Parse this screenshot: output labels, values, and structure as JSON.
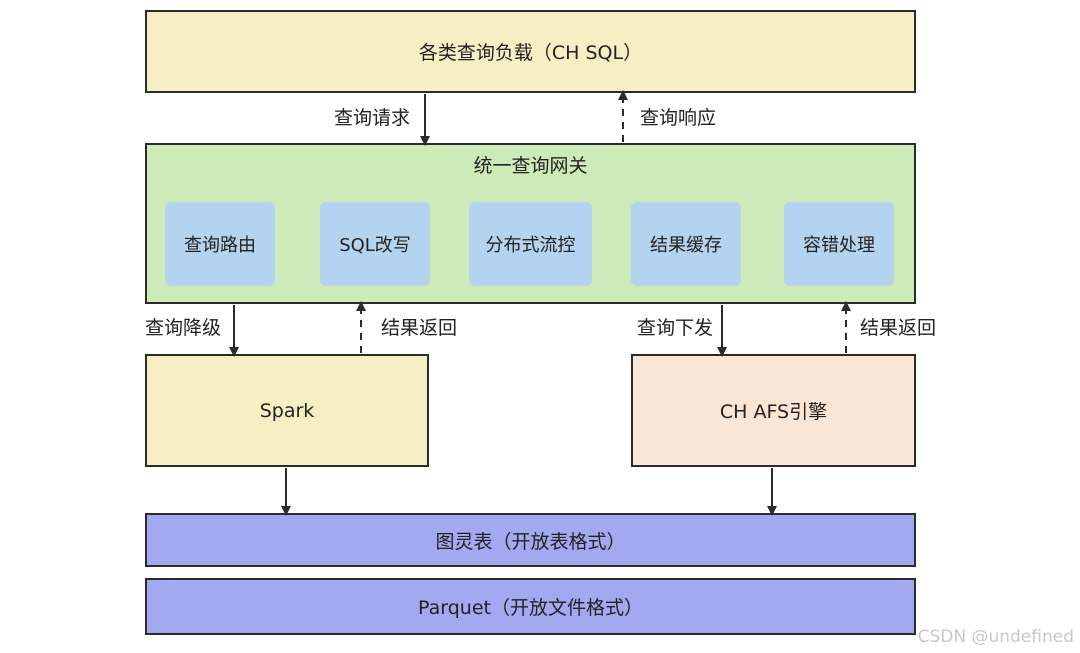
{
  "diagram": {
    "nodes": {
      "workload": "各类查询负载（CH SQL）",
      "gateway": "统一查询网关",
      "spark": "Spark",
      "ch_afs": "CH AFS引擎",
      "turing_table": "图灵表（开放表格式）",
      "parquet": "Parquet（开放文件格式）"
    },
    "gateway_modules": [
      "查询路由",
      "SQL改写",
      "分布式流控",
      "结果缓存",
      "容错处理"
    ],
    "edges": {
      "query_request": "查询请求",
      "query_response": "查询响应",
      "query_downgrade": "查询降级",
      "spark_result_return": "结果返回",
      "query_dispatch": "查询下发",
      "ch_result_return": "结果返回"
    },
    "colors": {
      "workload_fill": "#f7efc4",
      "gateway_fill": "#cdebb8",
      "module_fill": "#b4d3ee",
      "spark_fill": "#f7efc4",
      "ch_fill": "#fbe6d6",
      "storage_fill": "#a3a9f0",
      "border": "#2b2b2b"
    }
  },
  "watermark": "CSDN @undefined"
}
